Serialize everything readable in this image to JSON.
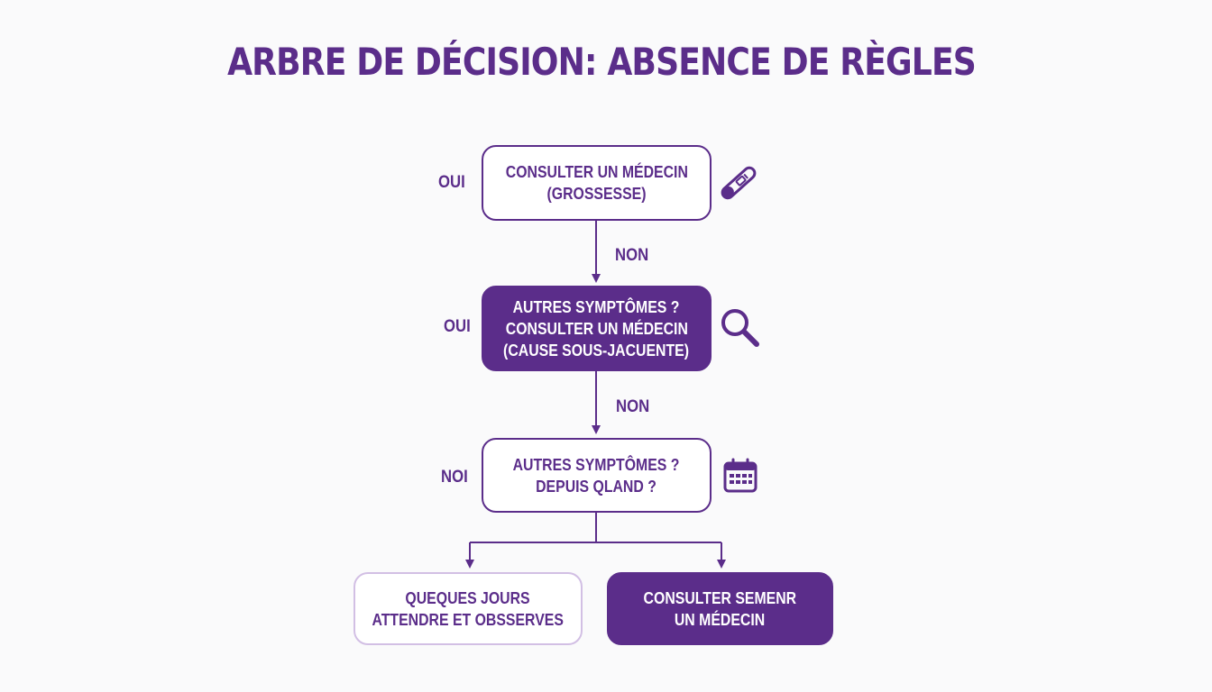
{
  "title": "ARBRE DE DÉCISION: ABSENCE DE RÈGLES",
  "nodes": {
    "grossesse": {
      "line1": "CONSULTER UN MÉDECIN",
      "line2": "(GROSSESSE)"
    },
    "symptomes": {
      "line1": "AUTRES SYMPTÔMES ?",
      "line2": "CONSULTER UN MÉDECIN",
      "line3": "(CAUSE SOUS-JACUENTE)"
    },
    "duree": {
      "line1": "AUTRES SYMPTÔMES ?",
      "line2": "DEPUIS QLAND ?"
    },
    "attendre": {
      "line1": "QUEQUES JOURS",
      "line2": "ATTENDRE ET OBSSERVES"
    },
    "consulter": {
      "line1": "CONSULTER SEMENR",
      "line2": "UN MÉDECIN"
    }
  },
  "labels": {
    "oui_1": "OUI",
    "non_1": "NON",
    "oui_2": "OUI",
    "non_2": "NON",
    "noi_3": "NOI"
  },
  "icons": {
    "grossesse": "pregnancy-test-icon",
    "symptomes": "magnifier-icon",
    "duree": "calendar-icon"
  },
  "colors": {
    "primary": "#5b2d8a",
    "light_border": "#d2bfe4",
    "background": "#fafafb"
  }
}
